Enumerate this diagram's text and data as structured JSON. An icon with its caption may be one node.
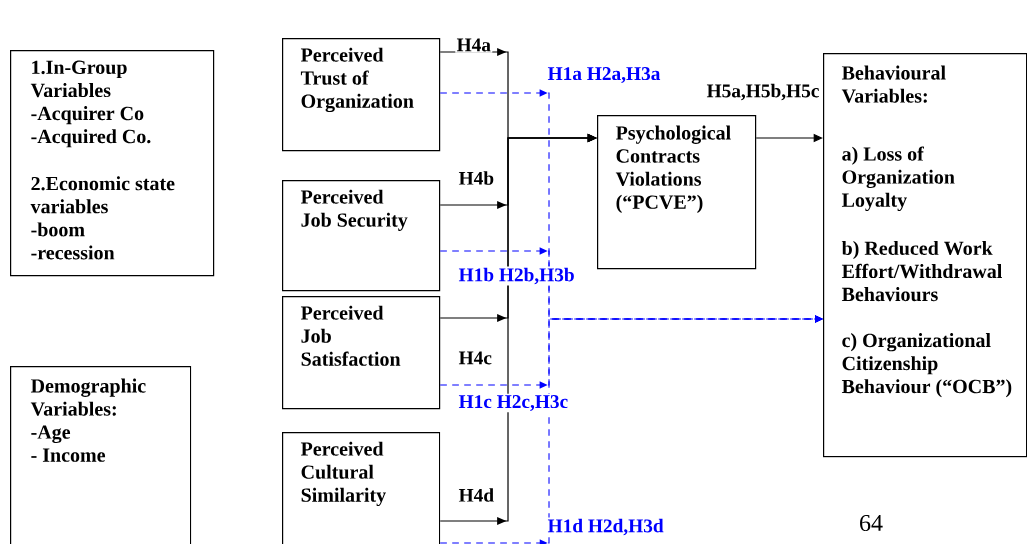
{
  "diagram": {
    "nodes": [
      {
        "text": [
          "1.In-Group Variables",
          "-Acquirer Co",
          "-Acquired Co.",
          "2.Economic state variables",
          "-boom",
          "-recession"
        ]
      },
      {
        "text": [
          "Demographic Variables:",
          "-Age",
          "- Income"
        ]
      },
      {
        "text": [
          "Perceived Trust of Organization"
        ]
      },
      {
        "text": [
          "Perceived Job Security"
        ]
      },
      {
        "text": [
          "Perceived Job Satisfaction"
        ]
      },
      {
        "text": [
          "Perceived Cultural Similarity"
        ]
      },
      {
        "text": [
          "Psychological Contracts Violations (“PCVE”)"
        ]
      },
      {
        "text": [
          "Behavioural Variables:",
          "a) Loss of Organization Loyalty",
          "b) Reduced Work Effort/Withdrawal Behaviours",
          "c) Organizational Citizenship Behaviour (“OCB”)"
        ]
      }
    ],
    "edges": [
      {
        "from": 2,
        "to": 6,
        "arrow": "to",
        "label": "H4a"
      },
      {
        "from": 3,
        "to": 6,
        "arrow": "to",
        "label": "H4b"
      },
      {
        "from": 4,
        "to": 6,
        "arrow": "to",
        "label": "H4c"
      },
      {
        "from": 5,
        "to": 6,
        "arrow": "to",
        "label": "H4d"
      },
      {
        "from": 6,
        "to": 7,
        "arrow": "to",
        "label": "H5a,H5b,H5c"
      },
      {
        "from": 2,
        "to": 7,
        "arrow": "to",
        "label": "H1a H2a,H3a",
        "style": "dashed",
        "color": "#0000ff"
      },
      {
        "from": 3,
        "to": 7,
        "arrow": "to",
        "label": "H1b H2b,H3b",
        "style": "dashed",
        "color": "#0000ff"
      },
      {
        "from": 4,
        "to": 7,
        "arrow": "to",
        "label": "H1c H2c,H3c",
        "style": "dashed",
        "color": "#0000ff"
      },
      {
        "from": 5,
        "to": 7,
        "arrow": "to",
        "label": "H1d H2d,H3d",
        "style": "dashed",
        "color": "#0000ff"
      }
    ],
    "labels": [
      "64"
    ]
  }
}
